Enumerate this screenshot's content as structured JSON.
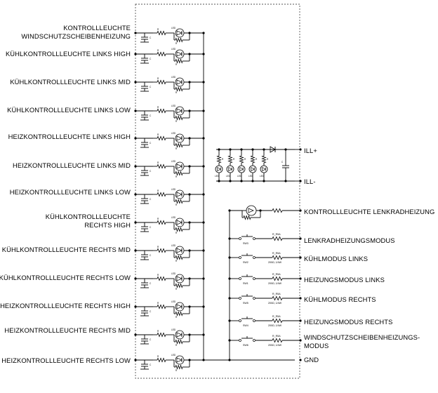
{
  "left_labels": [
    [
      "KONTROLLLEUCHTE",
      "WINDSCHUTZSCHEIBENHEIZUNG"
    ],
    [
      "KÜHLKONTROLLLEUCHTE LINKS HIGH"
    ],
    [
      "KÜHLKONTROLLLEUCHTE LINKS MID"
    ],
    [
      "KÜHLKONTROLLLEUCHTE LINKS LOW"
    ],
    [
      "HEIZKONTROLLLEUCHTE LINKS HIGH"
    ],
    [
      "HEIZKONTROLLLEUCHTE LINKS MID"
    ],
    [
      "HEIZKONTROLLLEUCHTE LINKS LOW"
    ],
    [
      "KÜHLKONTROLLLEUCHTE",
      "RECHTS HIGH"
    ],
    [
      "KÜHLKONTROLLLEUCHTE RECHTS MID"
    ],
    [
      "KÜHLKONTROLLLEUCHTE RECHTS LOW"
    ],
    [
      "HEIZKONTROLLLEUCHTE RECHTS HIGH"
    ],
    [
      "HEIZKONTROLLLEUCHTE RECHTS MID"
    ],
    [
      "HEIZKONTROLLLEUCHTE RECHTS LOW"
    ]
  ],
  "right_labels": {
    "ill_plus": "ILL+",
    "ill_minus": "ILL-",
    "kontrollleuchte_lenkrad": "KONTROLLLEUCHTE LENKRADHEIZUNG",
    "lenkradheizungsmodus": "LENKRADHEIZUNGSMODUS",
    "kuehlmodus_links": "KÜHLMODUS LINKS",
    "heizungsmodus_links": "HEIZUNGSMODUS LINKS",
    "kuehlmodus_rechts": "KÜHLMODUS RECHTS",
    "heizungsmodus_rechts": "HEIZUNGSMODUS RECHTS",
    "windschutz_modus_line1": "WINDSCHUTZSCHEIBENHEIZUNGS-",
    "windschutz_modus_line2": "MODUS",
    "gnd": "GND"
  },
  "switch_labels": [
    "SW3",
    "SW2",
    "SW1",
    "SW5",
    "SW4",
    "SW6"
  ],
  "resistor_labels": [
    "R_R5A",
    "R_R5A",
    "R_R5A",
    "R_R5A",
    "R_R5A",
    "R_R5A"
  ],
  "resistor_values": [
    "",
    "200Ω, 1/4W",
    "200Ω, 1/4W",
    "200Ω, 1/4W",
    "200Ω, 1/4W",
    "200Ω, 1/4W"
  ],
  "colors": {
    "line": "#000000",
    "dashed_box": "#555555",
    "background": "#ffffff"
  }
}
